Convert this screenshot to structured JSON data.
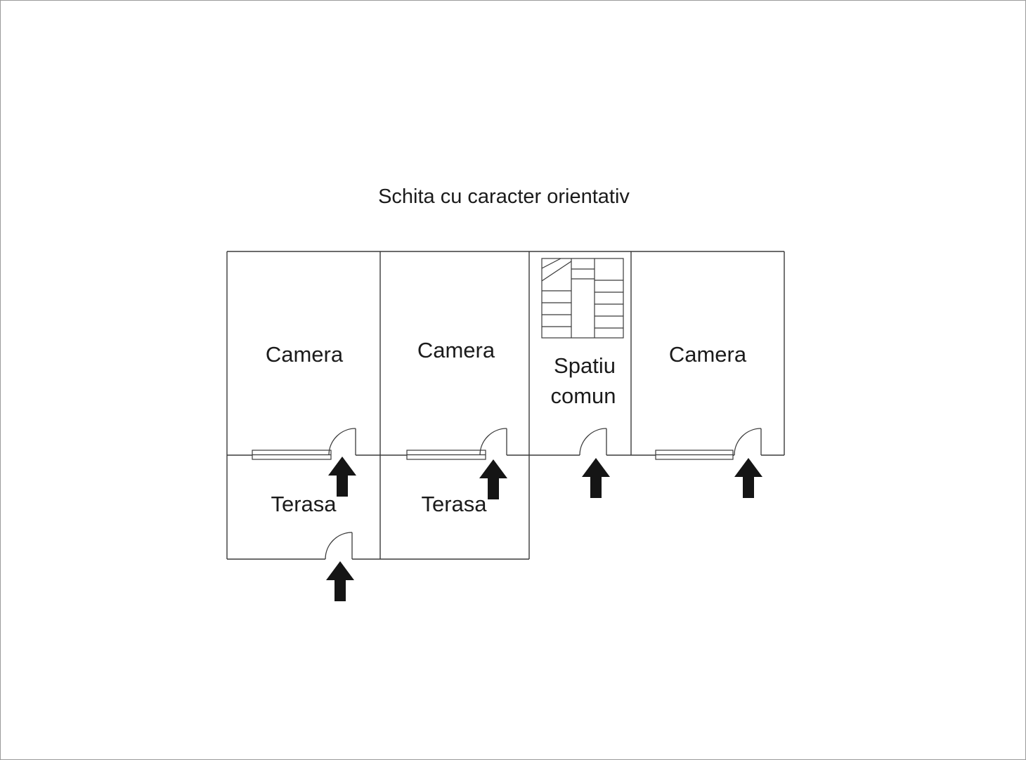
{
  "title": "Schita cu caracter orientativ",
  "rooms": {
    "camera1": "Camera",
    "camera2": "Camera",
    "camera3": "Camera",
    "spatiu_comun_line1": "Spatiu",
    "spatiu_comun_line2": "comun",
    "terasa1": "Terasa",
    "terasa2": "Terasa"
  },
  "colors": {
    "wall_line": "#3a3a3a",
    "arrow": "#151515",
    "text": "#1b1b1b",
    "page_border": "#9b9b9b",
    "background": "#ffffff"
  }
}
